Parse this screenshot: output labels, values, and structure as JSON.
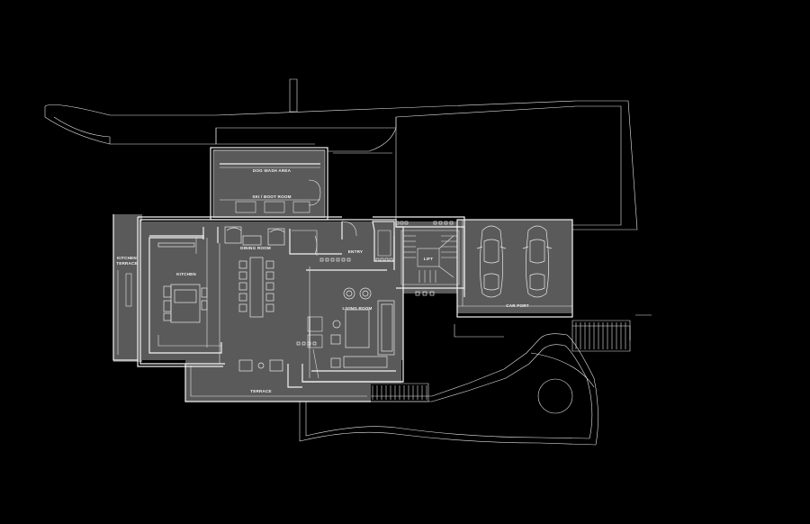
{
  "plan": {
    "rooms": {
      "dog_wash": "DOG WASH AREA",
      "ski_boot": "SKI / BOOT ROOM",
      "dining": "DINING ROOM",
      "entry": "ENTRY",
      "kitchen": "KITCHEN",
      "kitchen_terrace_1": "KITCHEN",
      "kitchen_terrace_2": "TERRACE",
      "lift": "LIFT",
      "living": "LIVING ROOM",
      "car_port": "CAR PORT",
      "terrace": "TERRACE"
    },
    "colors": {
      "background": "#000000",
      "floor_fill": "#5a5a5a",
      "lines": "#f4f4f4"
    }
  }
}
